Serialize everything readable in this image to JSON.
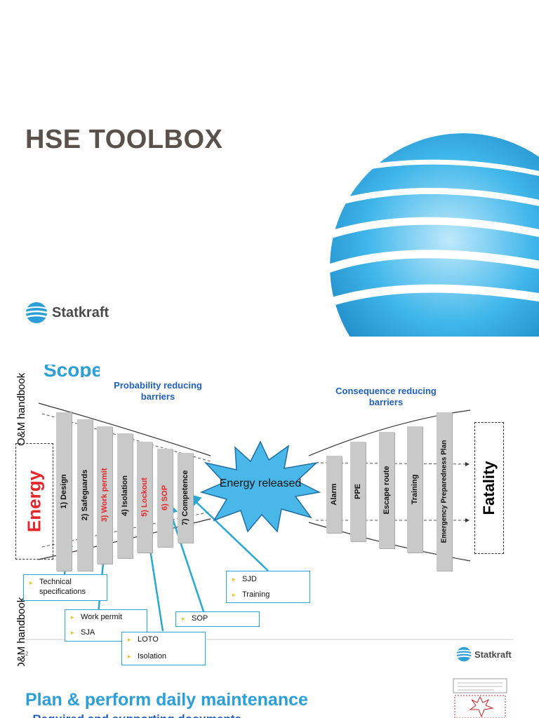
{
  "slide1": {
    "title": "HSE TOOLBOX",
    "logo_text": "Statkraft"
  },
  "slide2": {
    "scope_partial": "Scope",
    "side_label_top": "O&M handbook",
    "side_label_bottom": "O&M handbook",
    "page_number": "2",
    "probability_header": "Probability reducing barriers",
    "consequence_header": "Consequence reducing barriers",
    "energy_label": "Energy",
    "energy_released": "Energy released",
    "fatality_label": "Fatality",
    "probability_barriers": [
      {
        "label": "1) Design",
        "red": false
      },
      {
        "label": "2) Safeguards",
        "red": false
      },
      {
        "label": "3) Work permit",
        "red": true
      },
      {
        "label": "4) Isolation",
        "red": false
      },
      {
        "label": "5) Lockout",
        "red": true
      },
      {
        "label": "6) SOP",
        "red": true
      },
      {
        "label": "7) Competence",
        "red": false
      }
    ],
    "consequence_barriers": [
      "Alarm",
      "PPE",
      "Escape route",
      "Training",
      "Emergency Preparedness Plan"
    ],
    "callouts": {
      "technical": [
        "Technical specifications"
      ],
      "workpermit": [
        "Work permit",
        "SJA"
      ],
      "loto": [
        "LOTO",
        "Isolation"
      ],
      "sop": [
        "SOP"
      ],
      "sjd": [
        "SJD",
        "Training"
      ]
    },
    "logo_text": "Statkraft"
  },
  "slide3": {
    "title": "Plan & perform daily maintenance",
    "subtitle_partial": "- Required and supporting documents"
  },
  "colors": {
    "title_gray": "#5a514b",
    "blue_header": "#1f5fbf",
    "red": "#e8262a",
    "callout_border": "#2aa6d6",
    "barrier_gray": "#c9c9c9",
    "starburst": "#49b8e8"
  }
}
